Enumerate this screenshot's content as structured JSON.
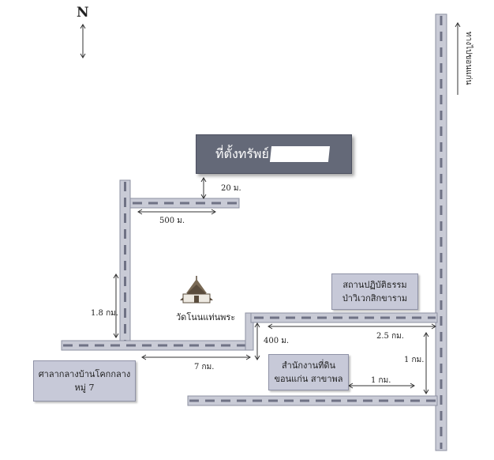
{
  "map": {
    "north_label": "N",
    "highway_label": "ทางไปขอนแก่น",
    "property_label": "ที่ตั้งทรัพย์",
    "temple_label": "วัดโนนแท่นพระ",
    "landmarks": {
      "monastery": [
        "สถานปฏิบัติธรรม",
        "ป่าวิเวกสิกขาราม"
      ],
      "land_office": [
        "สำนักงานที่ดิน",
        "ขอนแก่น สาขาพล"
      ],
      "village_hall": [
        "ศาลากลางบ้านโคกกลาง",
        "หมู่ 7"
      ]
    },
    "distances": {
      "d_20m": "20 ม.",
      "d_500m": "500 ม.",
      "d_1_8km": "1.8 กม.",
      "d_7km": "7 กม.",
      "d_400m": "400 ม.",
      "d_2_5km": "2.5 กม.",
      "d_1km_vertical": "1 กม.",
      "d_1km_horizontal": "1 กม."
    },
    "colors": {
      "road": "#c9cbd6",
      "road_dash": "#6f7285",
      "property_box": "#646978",
      "landmark_box": "#c7c9d8"
    }
  }
}
